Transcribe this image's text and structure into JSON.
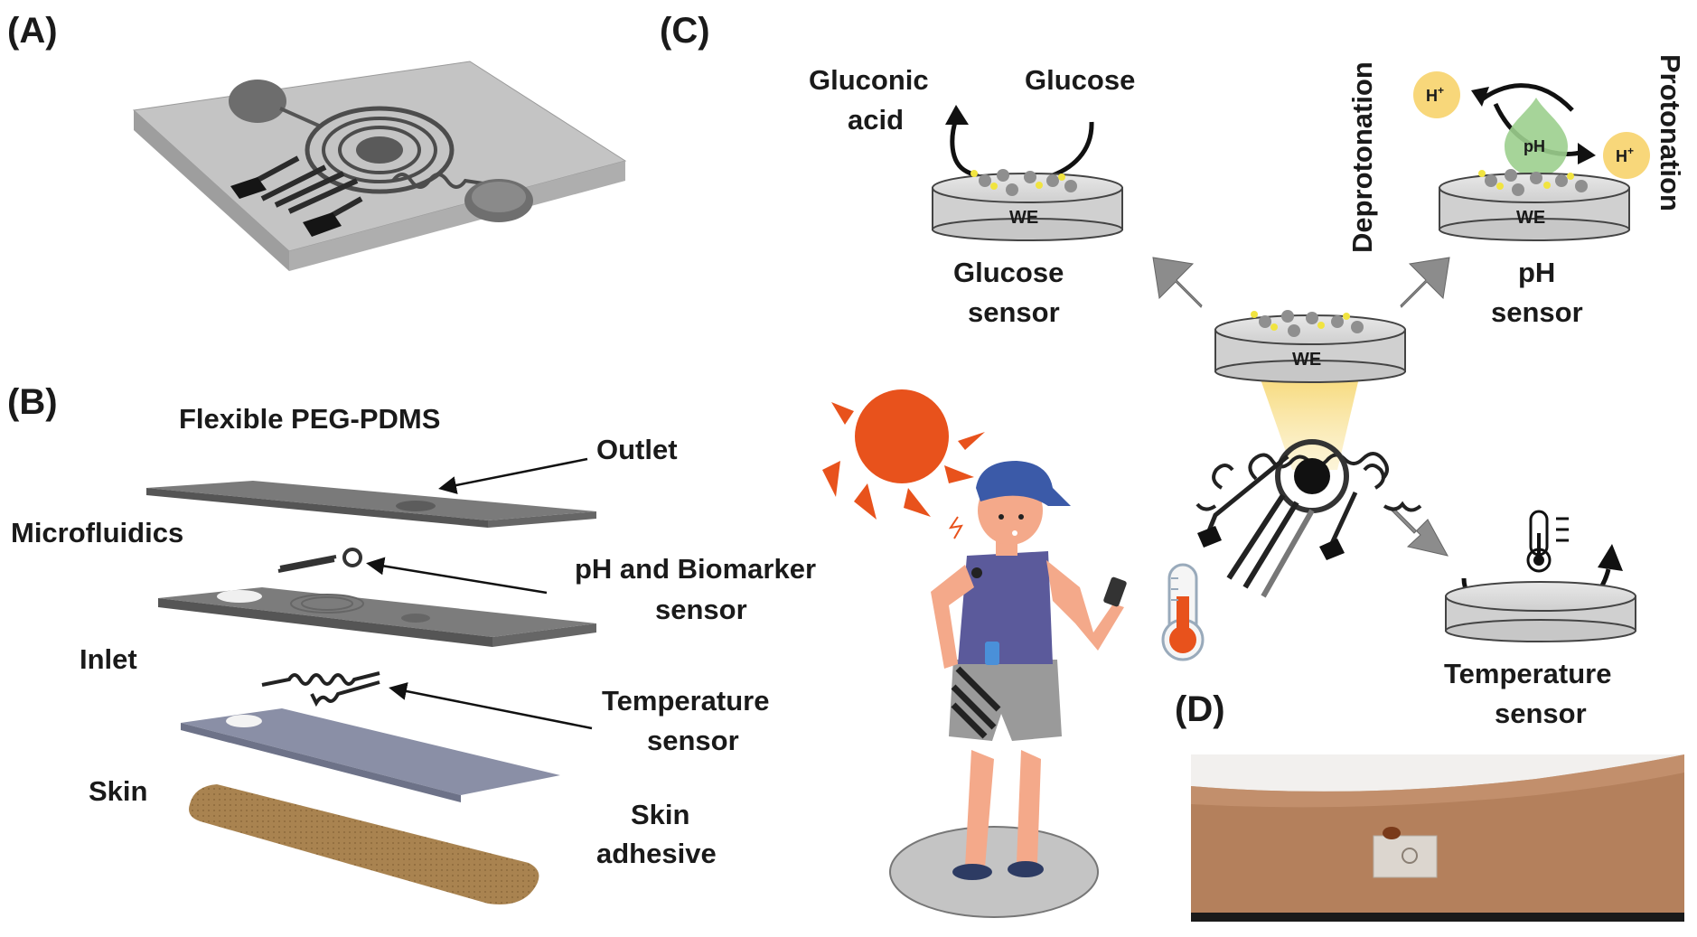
{
  "panels": {
    "a": "(A)",
    "b": "(B)",
    "c": "(C)",
    "d": "(D)"
  },
  "panel_b": {
    "title": "Flexible PEG-PDMS",
    "microfluidics": "Microfluidics",
    "inlet": "Inlet",
    "skin": "Skin",
    "outlet": "Outlet",
    "ph_biomarker_line1": "pH and Biomarker",
    "ph_biomarker_line2": "sensor",
    "temperature_line1": "Temperature",
    "temperature_line2": "sensor",
    "skin_adhesive_line1": "Skin",
    "skin_adhesive_line2": "adhesive"
  },
  "panel_c": {
    "gluconic_line1": "Gluconic",
    "gluconic_line2": "acid",
    "glucose": "Glucose",
    "glucose_sensor_line1": "Glucose",
    "glucose_sensor_line2": "sensor",
    "deprotonation": "Deprotonation",
    "protonation": "Protonation",
    "h_plus": "H",
    "h_plus_sup": "+",
    "ph_drop": "pH",
    "ph_sensor_line1": "pH",
    "ph_sensor_line2": "sensor",
    "we": "WE",
    "temperature_sensor_line1": "Temperature",
    "temperature_sensor_line2": "sensor"
  },
  "colors": {
    "device_gray": "#b9b9b9",
    "layer_dark": "#7a7a7a",
    "layer_blue": "#8a8fa6",
    "adhesive_brown": "#a98350",
    "sun_orange": "#e8521c",
    "cap_blue": "#3b5aa8",
    "shirt_purple": "#5b5a9b",
    "shorts_gray": "#9a9a9a",
    "h_circle": "#f8d77a",
    "ph_drop_green": "#9ccf8e",
    "beam_yellow": "#f8e08a",
    "arrow_gray": "#8c8c8c"
  }
}
